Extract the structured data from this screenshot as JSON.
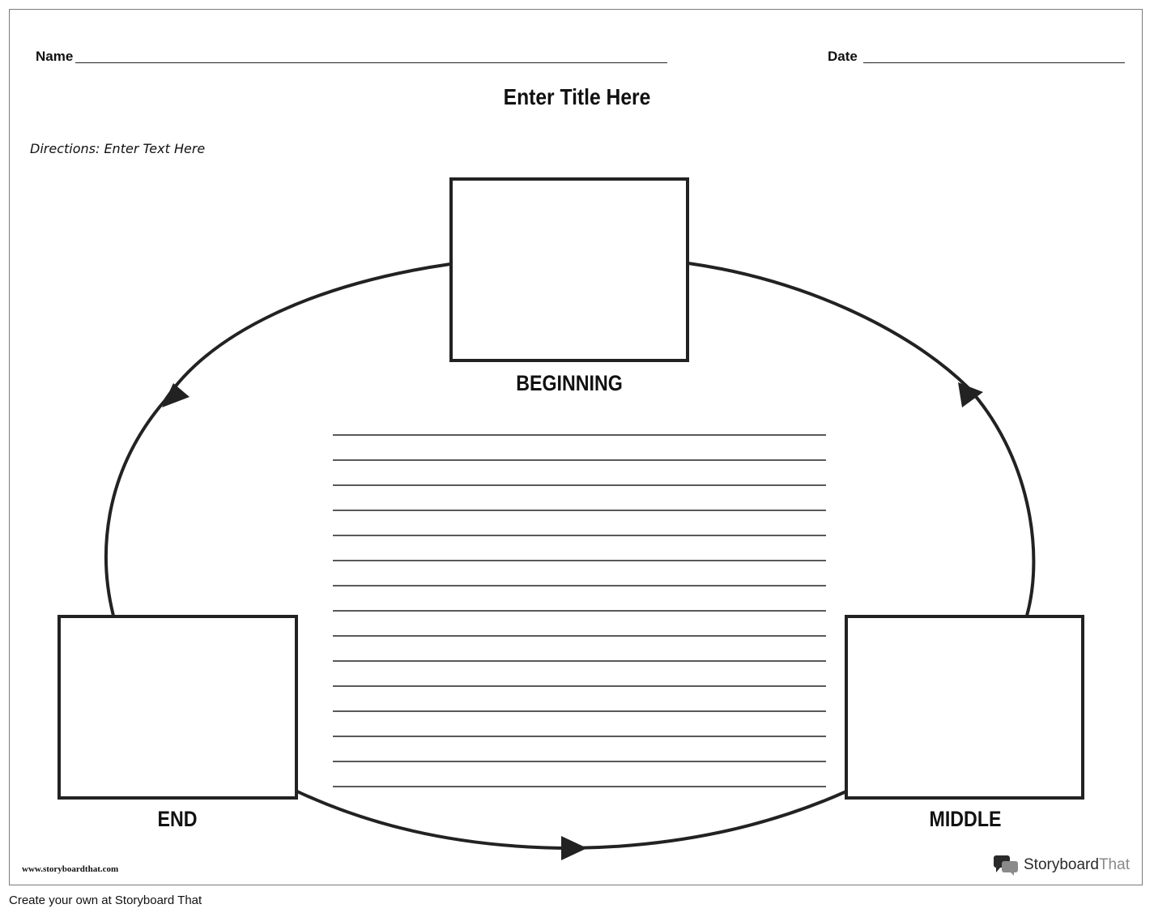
{
  "header": {
    "name_label": "Name",
    "date_label": "Date",
    "title": "Enter Title Here",
    "directions": "Directions: Enter Text Here"
  },
  "diagram": {
    "nodes": [
      {
        "id": "beginning",
        "label": "BEGINNING"
      },
      {
        "id": "middle",
        "label": "MIDDLE"
      },
      {
        "id": "end",
        "label": "END"
      }
    ],
    "writing_lines": 15
  },
  "footer": {
    "url": "www.storyboardthat.com",
    "brand_main": "Storyboard",
    "brand_thin": "That",
    "caption": "Create your own at Storyboard That"
  },
  "colors": {
    "ink": "#222222",
    "border": "#7a7a7a"
  }
}
